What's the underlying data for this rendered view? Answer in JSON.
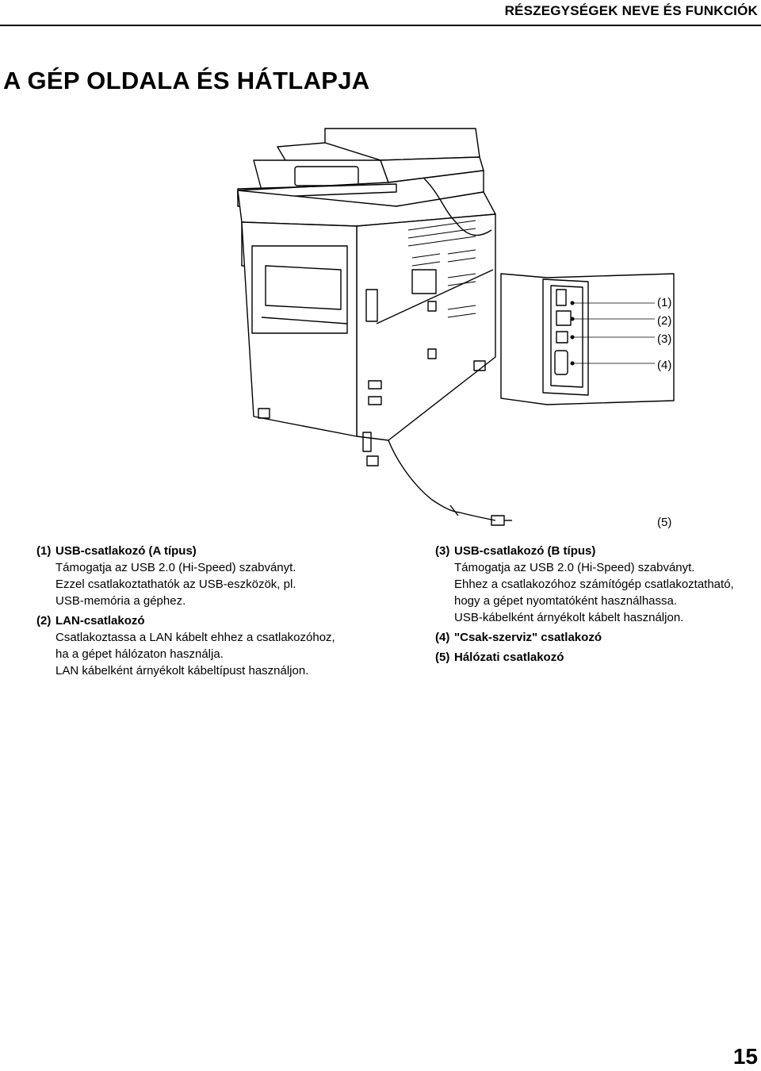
{
  "header": {
    "section": "RÉSZEGYSÉGEK NEVE ÉS FUNKCIÓK"
  },
  "title": "A GÉP OLDALA ÉS HÁTLAPJA",
  "figure": {
    "callouts": [
      "(1)",
      "(2)",
      "(3)",
      "(4)",
      "(5)"
    ]
  },
  "left_column": [
    {
      "num": "(1)",
      "title": "USB-csatlakozó (A típus)",
      "lines": [
        "Támogatja az USB 2.0 (Hi-Speed) szabványt.",
        "Ezzel csatlakoztathatók az USB-eszközök, pl.",
        "USB-memória a géphez."
      ]
    },
    {
      "num": "(2)",
      "title": "LAN-csatlakozó",
      "lines": [
        "Csatlakoztassa a LAN kábelt ehhez a csatlakozóhoz,",
        "ha a gépet hálózaton használja.",
        "LAN kábelként árnyékolt kábeltípust használjon."
      ]
    }
  ],
  "right_column": [
    {
      "num": "(3)",
      "title": "USB-csatlakozó (B típus)",
      "lines": [
        "Támogatja az USB 2.0 (Hi-Speed) szabványt.",
        "Ehhez a csatlakozóhoz számítógép csatlakoztatható,",
        "hogy a gépet nyomtatóként használhassa.",
        "USB-kábelként árnyékolt kábelt használjon."
      ]
    },
    {
      "num": "(4)",
      "title": "\"Csak-szerviz\" csatlakozó",
      "lines": []
    },
    {
      "num": "(5)",
      "title": "Hálózati csatlakozó",
      "lines": []
    }
  ],
  "page_number": "15"
}
